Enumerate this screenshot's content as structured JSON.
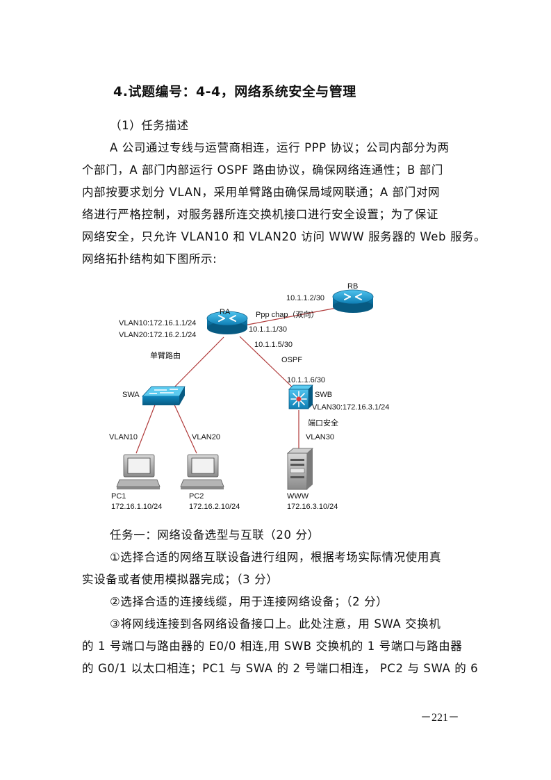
{
  "title": "4.试题编号：4-4，网络系统安全与管理",
  "section_heading": "（1）任务描述",
  "description_lines": [
    "A 公司通过专线与运营商相连，运行 PPP 协议；公司内部分为两",
    "个部门，A 部门内部运行 OSPF 路由协议，确保网络连通性；B 部门",
    "内部按要求划分 VLAN，采用单臂路由确保局域网联通；A 部门对网",
    "络进行严格控制，对服务器所连交换机接口进行安全设置；为了保证",
    "网络安全，只允许 VLAN10 和 VLAN20 访问 WWW 服务器的 Web 服务。",
    "网络拓扑结构如下图所示:"
  ],
  "diagram": {
    "rb_name": "RB",
    "rb_ip": "10.1.1.2/30",
    "ra_name": "RA",
    "ppp_label": "Ppp chap（双向）",
    "ra_ip_rb": "10.1.1.1/30",
    "ra_vlan10": "VLAN10:172.16.1.1/24",
    "ra_vlan20": "VLAN20:172.16.2.1/24",
    "ra_ip_swb": "10.1.1.5/30",
    "ospf_label": "OSPF",
    "one_arm_label": "单臂路由",
    "swa_name": "SWA",
    "swb_ip": "10.1.1.6/30",
    "swb_name": "SWB",
    "swb_vlan30": "VLAN30:172.16.3.1/24",
    "port_security_label": "端口安全",
    "pc1_vlan": "VLAN10",
    "pc2_vlan": "VLAN20",
    "www_vlan": "VLAN30",
    "pc1_name": "PC1",
    "pc1_ip": "172.16.1.10/24",
    "pc2_name": "PC2",
    "pc2_ip": "172.16.2.10/24",
    "www_name": "WWW",
    "www_ip": "172.16.3.10/24"
  },
  "task_lines": [
    "任务一：网络设备选型与互联（20 分）",
    "①选择合适的网络互联设备进行组网，根据考场实际情况使用真",
    "实设备或者使用模拟器完成；（3 分）",
    "②选择合适的连接线缆，用于连接网络设备；（2 分）",
    "③将网线连接到各网络设备接口上。此处注意，用 SWA 交换机",
    "的 1 号端口与路由器的 E0/0 相连,用 SWB 交换机的 1 号端口与路由器",
    "的 G0/1 以太口相连；PC1 与 SWA 的 2 号端口相连， PC2 与 SWA 的 6"
  ],
  "page_number": "－221－",
  "colors": {
    "link": "#b03a3a",
    "device_blue": "#1e9bd0",
    "device_dark": "#0d6f9e"
  }
}
